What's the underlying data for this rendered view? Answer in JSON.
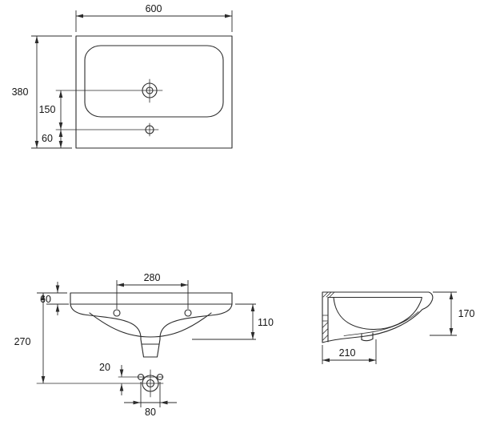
{
  "colors": {
    "background": "#ffffff",
    "line": "#2b2b2b",
    "text": "#141414"
  },
  "views": {
    "top": {
      "dims": {
        "width": "600",
        "depth": "380",
        "drain_to_tap": "150",
        "tap_to_front_edge": "60"
      }
    },
    "front": {
      "dims": {
        "fixing_hole_spacing": "280",
        "rim_height": "60",
        "bowl_depth": "110",
        "overall_height": "270",
        "drain_bolt_offset": "20",
        "drain_bolt_spacing": "80"
      }
    },
    "side": {
      "dims": {
        "base_depth": "210",
        "front_height": "170"
      }
    }
  }
}
